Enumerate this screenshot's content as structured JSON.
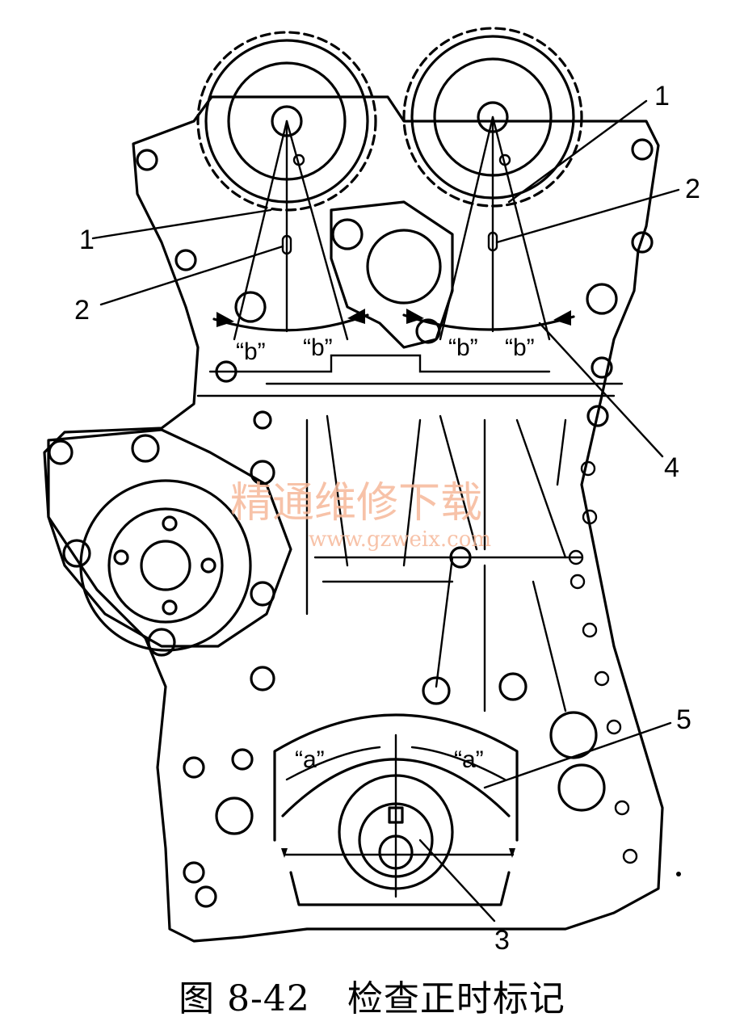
{
  "caption": {
    "figure_no": "图 8-42",
    "title": "检查正时标记"
  },
  "watermark": {
    "text": "精通维修下载",
    "url": "www.gzweix.com"
  },
  "callouts": {
    "c1_left": "1",
    "c1_right": "1",
    "c2_left": "2",
    "c2_right": "2",
    "c3": "3",
    "c4": "4",
    "c5": "5"
  },
  "marks": {
    "b1": "“b”",
    "b2": "“b”",
    "b3": "“b”",
    "b4": "“b”",
    "a_left": "“a”",
    "a_right": "“a”"
  }
}
